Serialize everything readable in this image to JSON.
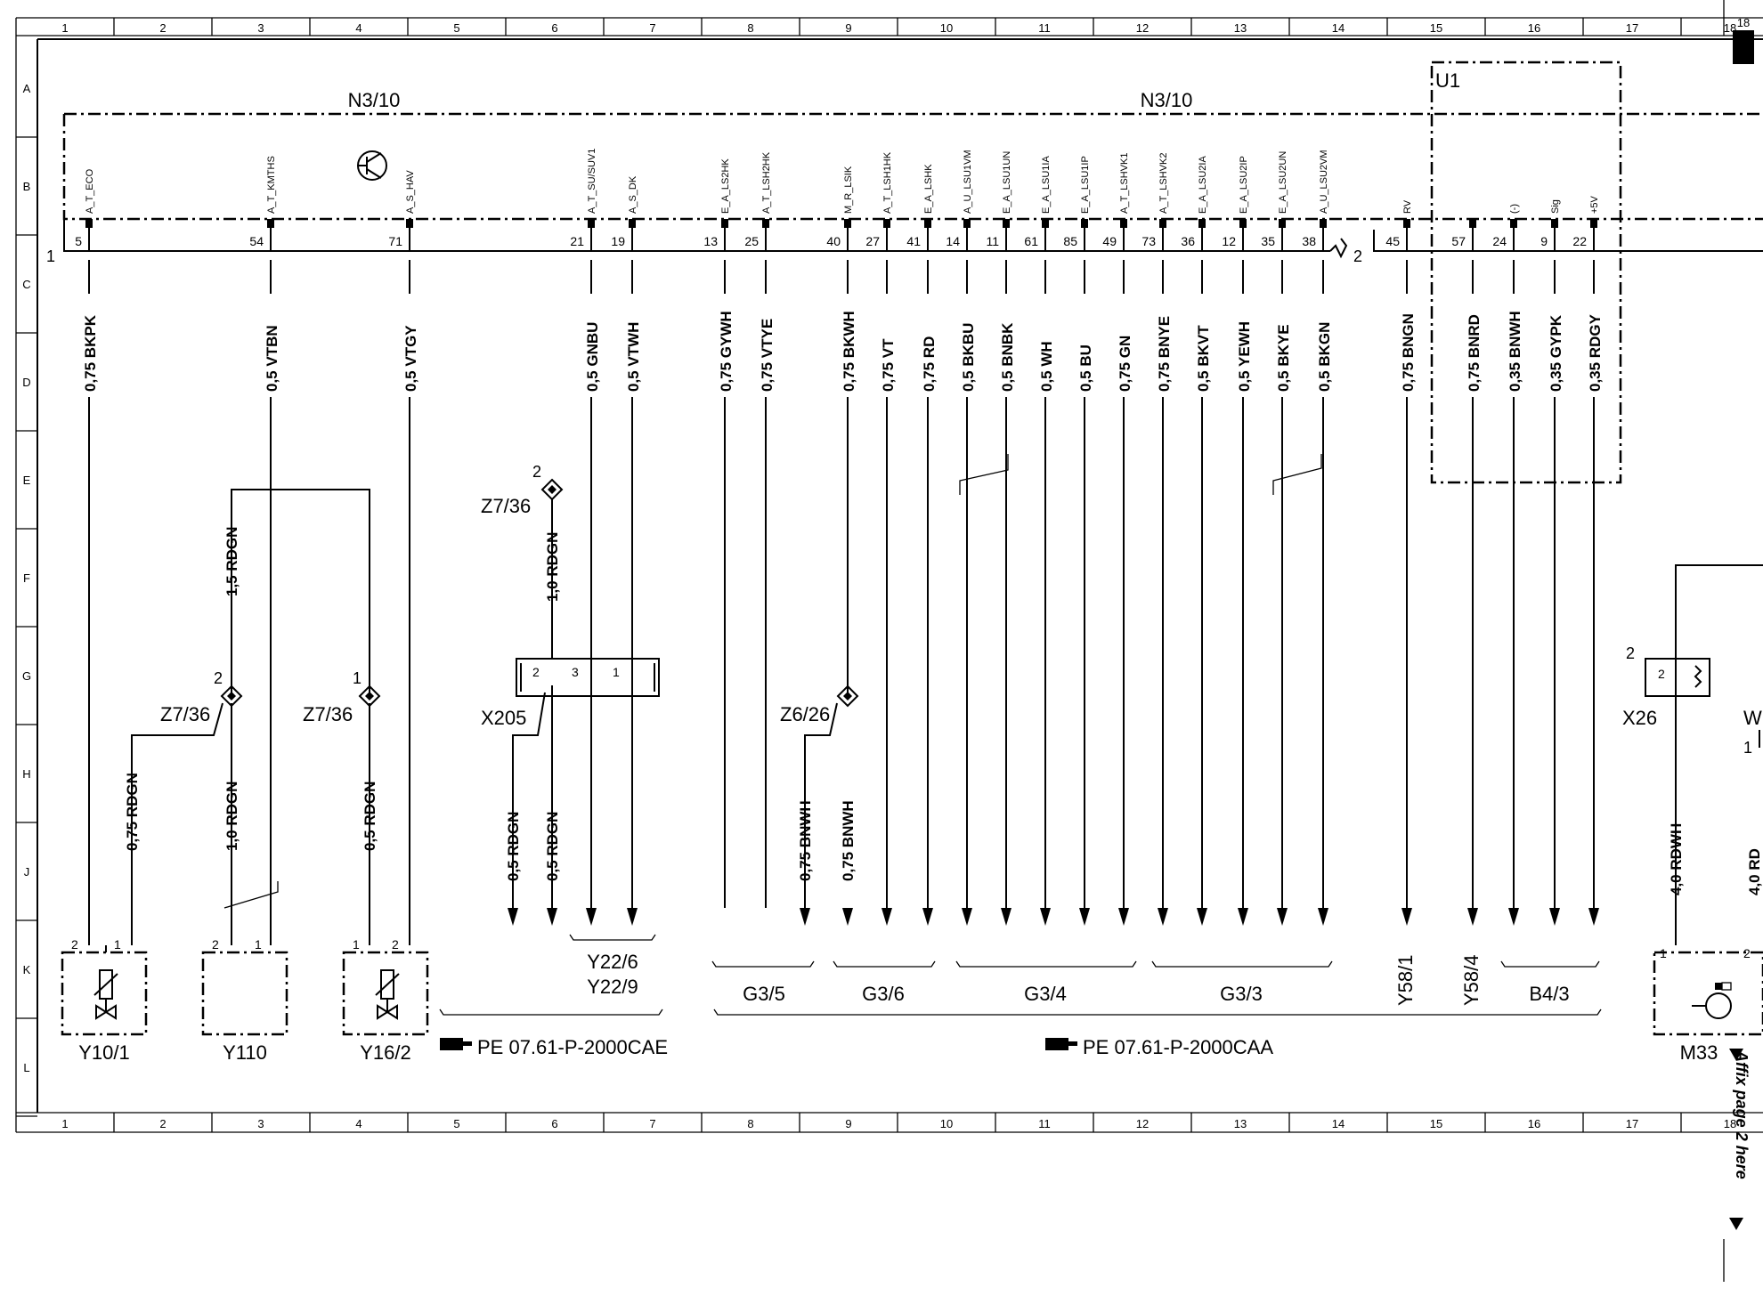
{
  "title_left": "N3/10",
  "title_right": "N3/10",
  "module_u1": "U1",
  "margin_right": {
    "page_no": "18",
    "affix_note": "Affix page 2 here"
  },
  "grid": {
    "columns": [
      "1",
      "2",
      "3",
      "4",
      "5",
      "6",
      "7",
      "8",
      "9",
      "10",
      "11",
      "12",
      "13",
      "14",
      "15",
      "16",
      "17",
      "18"
    ],
    "rows": [
      "A",
      "B",
      "C",
      "D",
      "E",
      "F",
      "G",
      "H",
      "J",
      "K",
      "L"
    ]
  },
  "connector_numbers": {
    "left": "1",
    "right": "2"
  },
  "wires": [
    {
      "signal": "A_T_ECO",
      "pin": "5",
      "label": "0,75 BKPK"
    },
    {
      "signal": "A_T_KMTHS",
      "pin": "54",
      "label": "0,5 VTBN"
    },
    {
      "signal": "A_S_HAV",
      "pin": "71",
      "label": "0,5 VTGY"
    },
    {
      "signal": "A_T_SU/SUV1",
      "pin": "21",
      "label": "0,5 GNBU"
    },
    {
      "signal": "A_S_DK",
      "pin": "19",
      "label": "0,5 VTWH"
    },
    {
      "signal": "E_A_LS2HK",
      "pin": "13",
      "label": "0,75 GYWH"
    },
    {
      "signal": "A_T_LSH2HK",
      "pin": "25",
      "label": "0,75 VTYE"
    },
    {
      "signal": "M_R_LSIK",
      "pin": "40",
      "label": "0,75 BKWH"
    },
    {
      "signal": "A_T_LSH1HK",
      "pin": "27",
      "label": "0,75 VT"
    },
    {
      "signal": "E_A_LSHK",
      "pin": "41",
      "label": "0,75 RD"
    },
    {
      "signal": "A_U_LSU1VM",
      "pin": "14",
      "label": "0,5 BKBU"
    },
    {
      "signal": "E_A_LSU1UN",
      "pin": "11",
      "label": "0,5 BNBK"
    },
    {
      "signal": "E_A_LSU1IA",
      "pin": "61",
      "label": "0,5 WH"
    },
    {
      "signal": "E_A_LSU1IP",
      "pin": "85",
      "label": "0,5 BU"
    },
    {
      "signal": "A_T_LSHVK1",
      "pin": "49",
      "label": "0,75 GN"
    },
    {
      "signal": "A_T_LSHVK2",
      "pin": "73",
      "label": "0,75 BNYE"
    },
    {
      "signal": "E_A_LSU2IA",
      "pin": "36",
      "label": "0,5 BKVT"
    },
    {
      "signal": "E_A_LSU2IP",
      "pin": "12",
      "label": "0,5 YEWH"
    },
    {
      "signal": "E_A_LSU2UN",
      "pin": "35",
      "label": "0,5 BKYE"
    },
    {
      "signal": "A_U_LSU2VM",
      "pin": "38",
      "label": "0,5 BKGN"
    },
    {
      "signal": "RV",
      "pin": "45",
      "label": "0,75 BNGN"
    },
    {
      "signal": "",
      "pin": "57",
      "label": "0,75 BNRD"
    },
    {
      "signal": "(-)",
      "pin": "24",
      "label": "0,35 BNWH"
    },
    {
      "signal": "Sig",
      "pin": "9",
      "label": "0,35 GYPK"
    },
    {
      "signal": "+5V",
      "pin": "22",
      "label": "0,35 RDGY"
    }
  ],
  "sub_wires": [
    {
      "label": "1,5 RDGN"
    },
    {
      "label": "0,75 RDGN"
    },
    {
      "label": "1,0 RDGN"
    },
    {
      "label": "0,5 RDGN"
    },
    {
      "label": "1,0 RDGN"
    },
    {
      "label": "0,5 RDGN"
    },
    {
      "label": "0,5 RDGN"
    },
    {
      "label": "0,75 BNWH"
    },
    {
      "label": "0,75 BNWH"
    },
    {
      "label": "4,0 RDWH"
    },
    {
      "label": "4,0 RD"
    }
  ],
  "splices": [
    {
      "name": "Z7/36",
      "pin": "2"
    },
    {
      "name": "Z7/36",
      "pin": "1"
    },
    {
      "name": "Z7/36",
      "pin": "2"
    },
    {
      "name": "Z6/26",
      "pin": ""
    }
  ],
  "connectors": [
    {
      "name": "X205",
      "pins": [
        "2",
        "3",
        "1"
      ]
    },
    {
      "name": "X26",
      "pins": [
        "2"
      ],
      "outer_pin": "2"
    }
  ],
  "components": [
    {
      "name": "Y10/1",
      "pins": [
        "2",
        "1"
      ]
    },
    {
      "name": "Y110",
      "pins": [
        "2",
        "1"
      ]
    },
    {
      "name": "Y16/2",
      "pins": [
        "1",
        "2"
      ]
    },
    {
      "name": "M33",
      "pins": [
        "1",
        "2"
      ]
    },
    {
      "name": "W",
      "pins": [
        "1"
      ]
    }
  ],
  "groups": [
    "Y22/6",
    "Y22/9",
    "G3/5",
    "G3/6",
    "G3/4",
    "G3/3",
    "Y58/1",
    "Y58/4",
    "B4/3"
  ],
  "references": [
    {
      "icon": "pointing-hand-icon",
      "text": "PE 07.61-P-2000CAE"
    },
    {
      "icon": "pointing-hand-icon",
      "text": "PE 07.61-P-2000CAA"
    }
  ]
}
